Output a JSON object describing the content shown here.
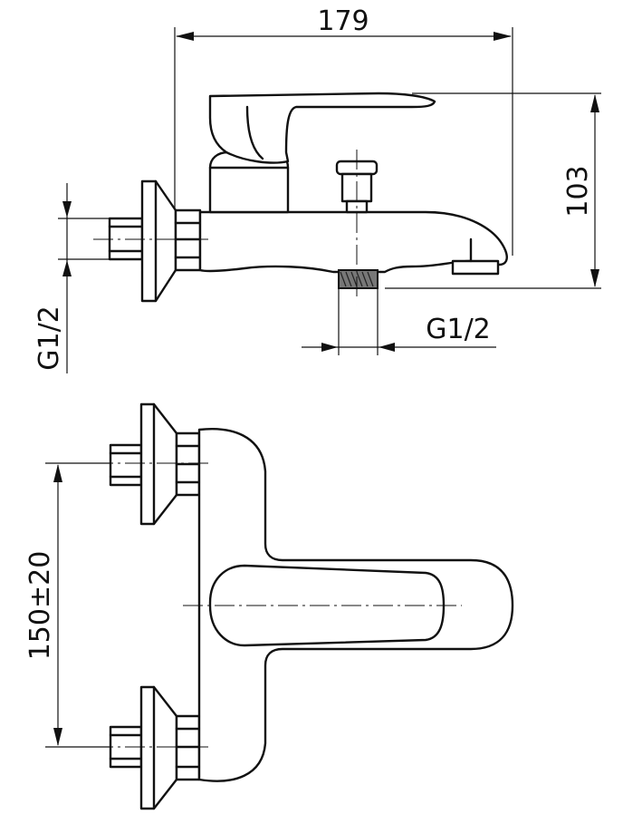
{
  "dimensions": {
    "overall_width": "179",
    "overall_height": "103",
    "inlet_thread": "G1/2",
    "outlet_thread": "G1/2",
    "inlet_spacing": "150±20"
  }
}
